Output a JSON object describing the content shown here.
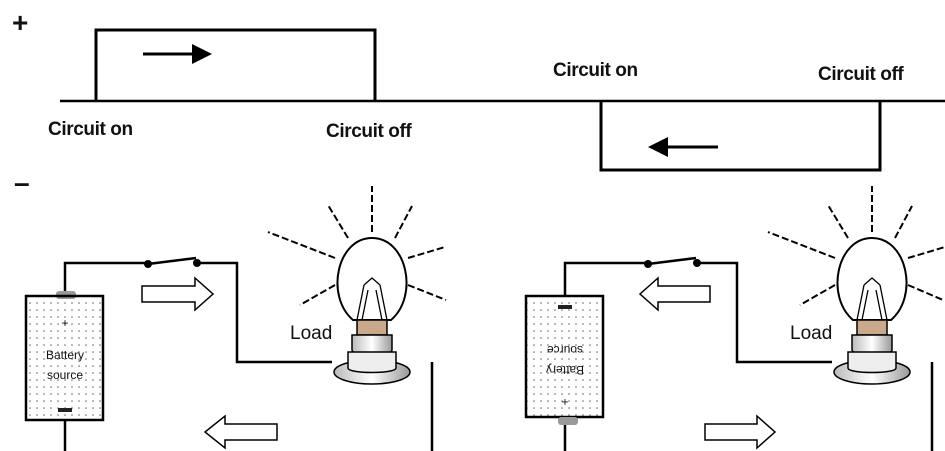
{
  "waveform": {
    "plus_sign": "+",
    "minus_sign": "–",
    "left_on_label": "Circuit on",
    "left_off_label": "Circuit off",
    "right_on_label": "Circuit on",
    "right_off_label": "Circuit off"
  },
  "circuit_left": {
    "load_label": "Load",
    "battery_plus": "+",
    "battery_line1": "Battery",
    "battery_line2": "source",
    "current_direction": "clockwise"
  },
  "circuit_right": {
    "load_label": "Load",
    "battery_plus": "+",
    "battery_line1": "Battery",
    "battery_line2": "source",
    "battery_orientation": "inverted",
    "current_direction": "counter-clockwise"
  }
}
